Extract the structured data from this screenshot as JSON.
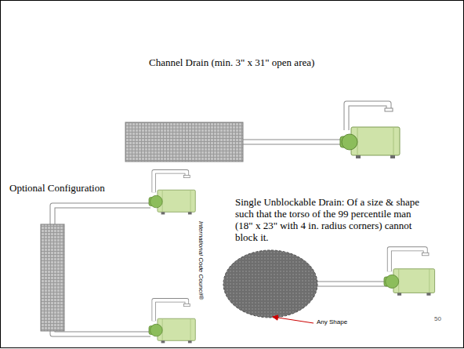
{
  "diagram": {
    "title": "Channel Drain (min. 3\" x 31\" open area)",
    "labels": [
      "Optional Configuration",
      "Single Unblockable Drain: Of a size & shape such that the torso of the 99 percentile man (18\" x 23\" with 4 in. radius corners) cannot block it.",
      "International Code Council®",
      "Any Shape",
      "50"
    ]
  }
}
